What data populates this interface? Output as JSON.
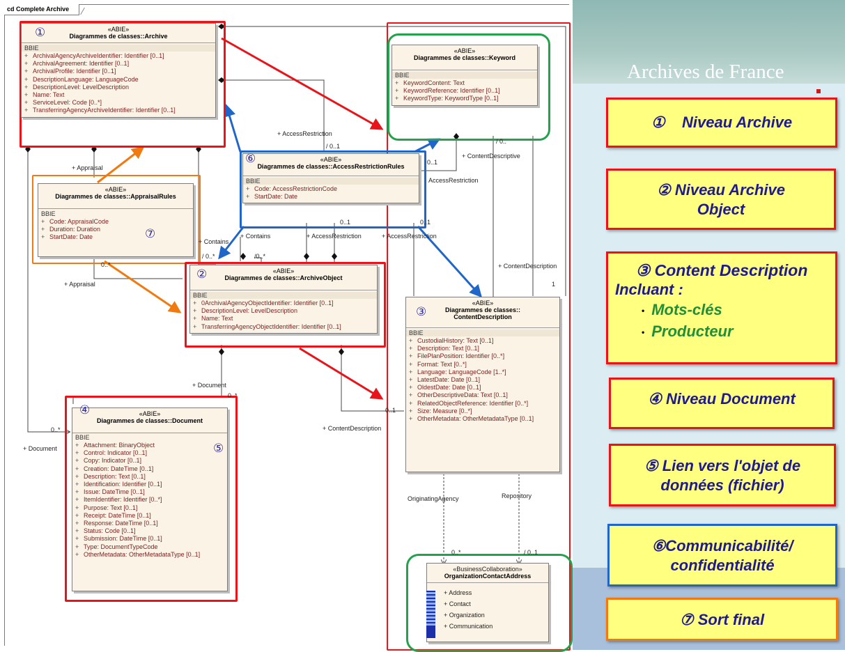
{
  "diagram": {
    "frame_title": "cd Complete Archive",
    "classes": {
      "archive": {
        "number": "①",
        "stereotype": "«ABIE»",
        "name": "Diagrammes de classes::Archive",
        "section": "BBIE",
        "attributes": [
          "ArchivalAgencyArchiveIdentifier:  Identifier [0..1]",
          "ArchivalAgreement:  Identifier [0..1]",
          "ArchivalProfile:  Identifier [0..1]",
          "DescriptionLanguage:  LanguageCode",
          "DescriptionLevel:  LevelDescription",
          "Name:  Text",
          "ServiceLevel:  Code [0..*]",
          "TransferringAgencyArchiveIdentifier:  Identifier [0..1]"
        ]
      },
      "keyword": {
        "stereotype": "«ABIE»",
        "name": "Diagrammes de classes::Keyword",
        "section": "BBIE",
        "attributes": [
          "KeywordContent:  Text",
          "KeywordReference:  Identifier [0..1]",
          "KeywordType:  KeywordType [0..1]"
        ]
      },
      "appraisal": {
        "number": "⑦",
        "stereotype": "«ABIE»",
        "name": "Diagrammes de classes::AppraisalRules",
        "section": "BBIE",
        "attributes": [
          "Code:  AppraisalCode",
          "Duration:  Duration",
          "StartDate:  Date"
        ]
      },
      "access": {
        "number": "⑥",
        "stereotype": "«ABIE»",
        "name": "Diagrammes de classes::AccessRestrictionRules",
        "section": "BBIE",
        "attributes": [
          "Code:  AccessRestrictionCode",
          "StartDate:  Date"
        ]
      },
      "archive_object": {
        "number": "②",
        "stereotype": "«ABIE»",
        "name": "Diagrammes de classes::ArchiveObject",
        "section": "BBIE",
        "attributes": [
          "0ArchivalAgencyObjectIdentifier:  Identifier [0..1]",
          "DescriptionLevel:  LevelDescription",
          "Name:  Text",
          "TransferringAgencyObjectIdentifier:  Identifier [0..1]"
        ]
      },
      "content": {
        "number": "③",
        "stereotype": "«ABIE»",
        "name_line1": "Diagrammes de classes::",
        "name_line2": "ContentDescription",
        "section": "BBIE",
        "attributes": [
          "CustodialHistory:  Text [0..1]",
          "Description:  Text [0..1]",
          "FilePlanPosition:  Identifier [0..*]",
          "Format:  Text [0..*]",
          "Language:  LanguageCode [1..*]",
          "LatestDate:  Date [0..1]",
          "OldestDate:  Date [0..1]",
          "OtherDescriptiveData:  Text [0..1]",
          "RelatedObjectReference:  Identifier [0..*]",
          "Size:  Measure [0..*]",
          "OtherMetadata:  OtherMetadataType [0..1]"
        ]
      },
      "document": {
        "number": "④",
        "number_attr": "⑤",
        "stereotype": "«ABIE»",
        "name": "Diagrammes de classes::Document",
        "section": "BBIE",
        "attributes": [
          "Attachment:  BinaryObject",
          "Control:  Indicator [0..1]",
          "Copy:  Indicator [0..1]",
          "Creation:  DateTime [0..1]",
          "Description:  Text [0..1]",
          "Identification:  Identifier [0..1]",
          "Issue:  DateTime [0..1]",
          "ItemIdentifier:  Identifier [0..*]",
          "Purpose:  Text [0..1]",
          "Receipt:  DateTime [0..1]",
          "Response:  DateTime [0..1]",
          "Status:  Code [0..1]",
          "Submission:  DateTime [0..1]",
          "Type:  DocumentTypeCode",
          "OtherMetadata:  OtherMetadataType [0..1]"
        ]
      },
      "org": {
        "stereotype": "«BusinessCollaboration»",
        "name": "OrganizationContactAddress",
        "attributes": [
          "+ Address",
          "+ Contact",
          "+ Organization",
          "+ Communication"
        ]
      }
    },
    "labels": {
      "access_restriction_top": "+ AccessRestriction",
      "mult_01_a": "/ 0..1",
      "appraisal_top": "+ Appraisal",
      "mult_01_b": "0..1",
      "content_descriptive": "+ ContentDescriptive",
      "access_restriction_right": "AccessRestriction",
      "mult_0_kw": "/ 0..",
      "contains_left": "+ Contains",
      "mult_0star_a": "/ 0..*",
      "contains_mid": "+ Contains",
      "mult_0star_b": "/0..*",
      "access_restriction_mid": "+ AccessRestriction",
      "access_restriction_mid2": "+ AccessRestriction",
      "mult_01_c": "0..1",
      "mult_01_d": "0..1",
      "mult_0dots": "0..*",
      "appraisal_low": "+ Appraisal",
      "content_description_right": "+ ContentDescription",
      "mult_1": "1",
      "document_mid": "+ Document",
      "mult_0star_c": "0..*",
      "mult_0star_d": "0..*",
      "document_left": "+ Document",
      "content_description_mid": "+ ContentDescription",
      "mult_01_e": "0..1",
      "originating_agency": "OriginatingAgency",
      "repository": "Repository",
      "mult_0star_e": "0..*",
      "mult_01_f": "/ 0..1"
    }
  },
  "sidebar": {
    "brand": "Archives de France",
    "cards": [
      {
        "text": "①    Niveau Archive"
      },
      {
        "line1": "② Niveau Archive",
        "line2": "Object"
      },
      {
        "line1": "③ Content Description",
        "line2": "Incluant :",
        "items": [
          "Mots-clés",
          "Producteur"
        ]
      },
      {
        "text": "④ Niveau Document"
      },
      {
        "line1": "⑤ Lien vers l'objet de",
        "line2": "données (fichier)"
      },
      {
        "line1": "⑥Communicabilité/",
        "line2": "confidentialité"
      },
      {
        "text": "⑦ Sort final"
      }
    ]
  },
  "colors": {
    "archive_highlight": "#e8141a",
    "keyword_highlight": "#22a24a",
    "access_highlight": "#2066c8",
    "appraisal_highlight": "#f07a10",
    "card_fill": "#ffff80",
    "card_text": "#1f1a8f",
    "card_list_text": "#1f8f3a",
    "class_fill": "#fbf3e6"
  }
}
